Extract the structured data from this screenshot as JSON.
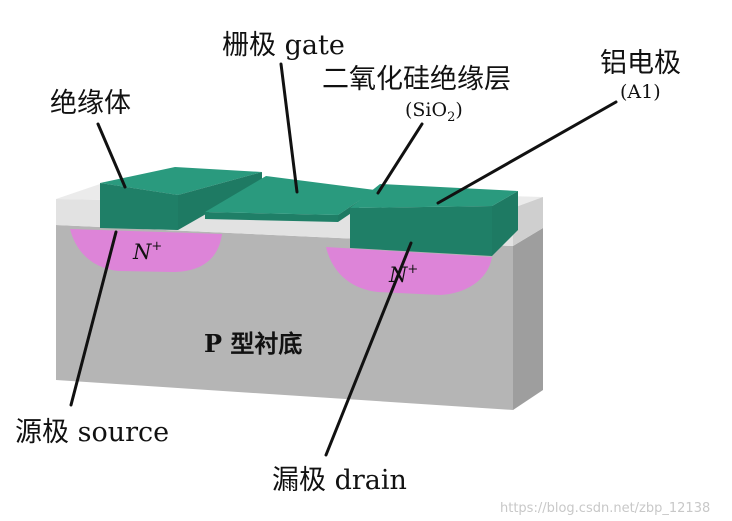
{
  "labels": {
    "insulator": "绝缘体",
    "gate": "栅极 gate",
    "oxide": "二氧化硅绝缘层",
    "oxide_formula_prefix": "(SiO",
    "oxide_formula_sub": "2",
    "oxide_formula_suffix": ")",
    "aluminum": "铝电极",
    "aluminum_sub": "(A1)",
    "source": "源极 source",
    "drain": "漏极 drain",
    "substrate": "P 型衬底",
    "n_region": "N",
    "n_sup": "+"
  },
  "watermark": "https://blog.csdn.net/zbp_12138",
  "colors": {
    "substrate_front": "#b5b5b5",
    "substrate_right": "#9e9e9e",
    "oxide_front": "#e2e2e2",
    "oxide_top": "#ebebeb",
    "electrode_top": "#2a9a7e",
    "electrode_front": "#1f7f67",
    "n_region": "#dd84d8"
  }
}
